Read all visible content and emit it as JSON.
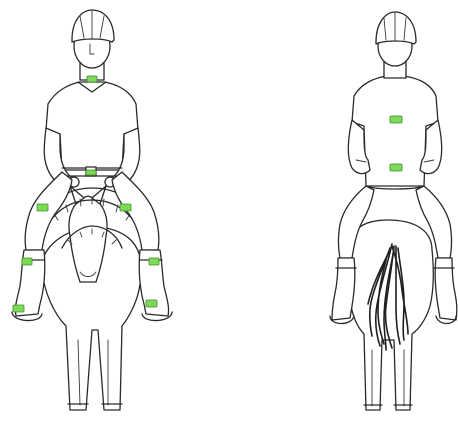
{
  "figure": {
    "views": [
      "front",
      "back"
    ],
    "colors": {
      "line": "#2a2a2a",
      "sensor": "#7ed957",
      "sensor_stroke": "#3f8f2a",
      "tail": "#1f1f1f",
      "background": "#ffffff"
    },
    "front_view": {
      "sensor_count": 8,
      "sensors": [
        "left-thigh-sensor",
        "right-thigh-sensor",
        "left-shin-sensor",
        "right-shin-sensor",
        "left-foot-sensor",
        "right-foot-sensor",
        "belt-sensor",
        "collar-sensor"
      ]
    },
    "back_view": {
      "sensor_count": 2,
      "sensors": [
        "upper-back-sensor",
        "lower-back-sensor"
      ]
    }
  }
}
